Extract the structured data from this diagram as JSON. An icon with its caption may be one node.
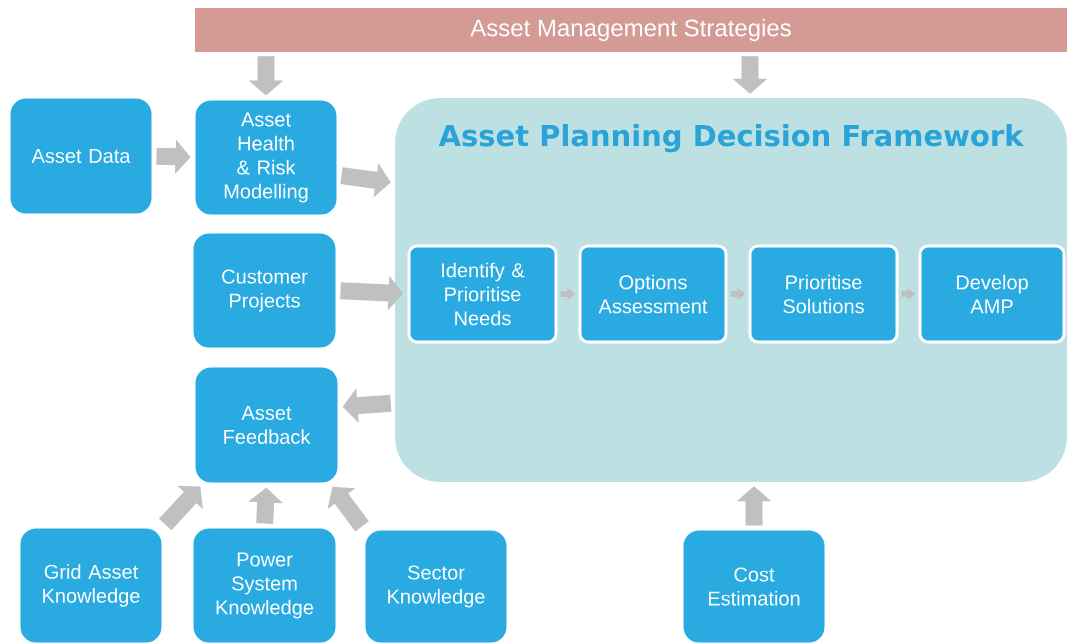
{
  "diagram": {
    "nodes": [
      {
        "text": [
          "Asset Management Strategies"
        ]
      },
      {
        "text": [
          "Asset Data"
        ]
      },
      {
        "text": [
          "Asset Health & Risk Modelling"
        ]
      },
      {
        "text": [
          "Asset Planning Decision Framework"
        ]
      },
      {
        "text": [
          "Identify & Prioritise Needs"
        ],
        "in": 3
      },
      {
        "text": [
          "Options Assessment"
        ],
        "in": 3
      },
      {
        "text": [
          "Prioritise Solutions"
        ],
        "in": 3
      },
      {
        "text": [
          "Develop AMP"
        ],
        "in": 3
      },
      {
        "text": [
          "Customer Projects"
        ]
      },
      {
        "text": [
          "Asset Feedback"
        ]
      },
      {
        "text": [
          "Grid Asset Knowledge"
        ]
      },
      {
        "text": [
          "Power System Knowledge"
        ]
      },
      {
        "text": [
          "Sector Knowledge"
        ]
      },
      {
        "text": [
          "Cost Estimation"
        ]
      }
    ],
    "edges": [
      {
        "from": 0,
        "to": 2,
        "arrow": "to"
      },
      {
        "from": 0,
        "to": 3,
        "arrow": "to"
      },
      {
        "from": 1,
        "to": 2,
        "arrow": "to"
      },
      {
        "from": 2,
        "to": 3,
        "arrow": "to"
      },
      {
        "from": 8,
        "to": 4,
        "arrow": "to"
      },
      {
        "from": 3,
        "to": 9,
        "arrow": "to"
      },
      {
        "from": 10,
        "to": 9,
        "arrow": "to"
      },
      {
        "from": 11,
        "to": 9,
        "arrow": "to"
      },
      {
        "from": 12,
        "to": 9,
        "arrow": "to"
      },
      {
        "from": 13,
        "to": 3,
        "arrow": "to"
      },
      {
        "from": 4,
        "to": 5,
        "arrow": "to"
      },
      {
        "from": 5,
        "to": 6,
        "arrow": "to"
      },
      {
        "from": 6,
        "to": 7,
        "arrow": "to"
      }
    ]
  }
}
